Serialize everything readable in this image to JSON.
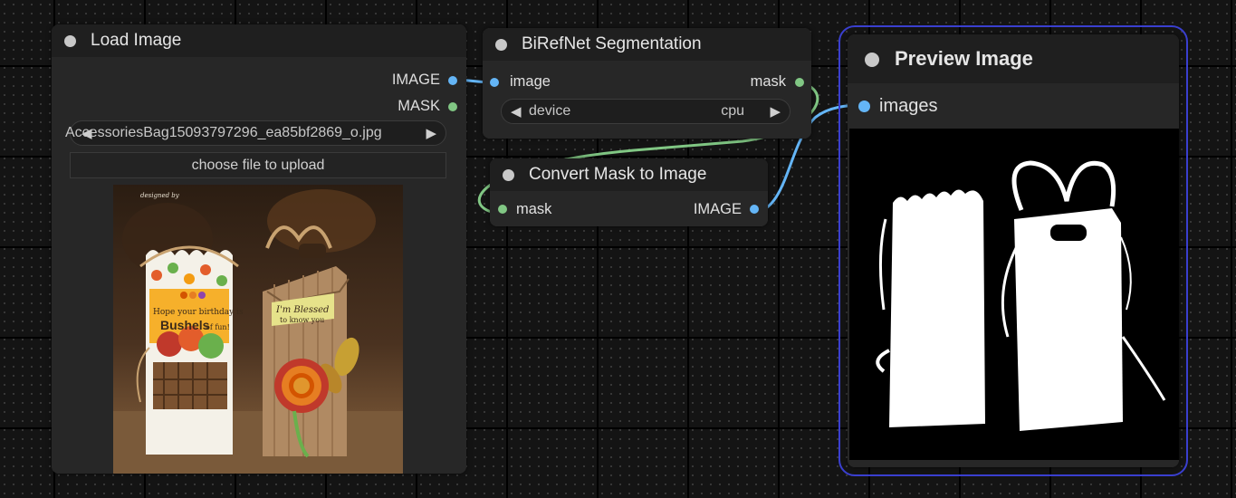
{
  "colors": {
    "image_link": "#64b5f6",
    "mask_link": "#81c784",
    "image_slot": "#64b5f6",
    "mask_slot": "#81c784",
    "selection_border": "#3a3fcf"
  },
  "load_image": {
    "title": "Load Image",
    "outputs": [
      "IMAGE",
      "MASK"
    ],
    "filename": "AccessoriesBag15093797296_ea85bf2869_o.jpg",
    "upload_label": "choose file to upload",
    "photo_text_1": "Hope your birthday is",
    "photo_text_2": "Bushels",
    "photo_text_3": "of fun!",
    "photo_text_4": "I'm Blessed",
    "photo_text_5": "to know you"
  },
  "birefnet": {
    "title": "BiRefNet Segmentation",
    "input": "image",
    "output": "mask",
    "device_label": "device",
    "device_value": "cpu"
  },
  "convert_mask": {
    "title": "Convert Mask to Image",
    "input": "mask",
    "output": "IMAGE"
  },
  "preview": {
    "title": "Preview Image",
    "input": "images"
  }
}
